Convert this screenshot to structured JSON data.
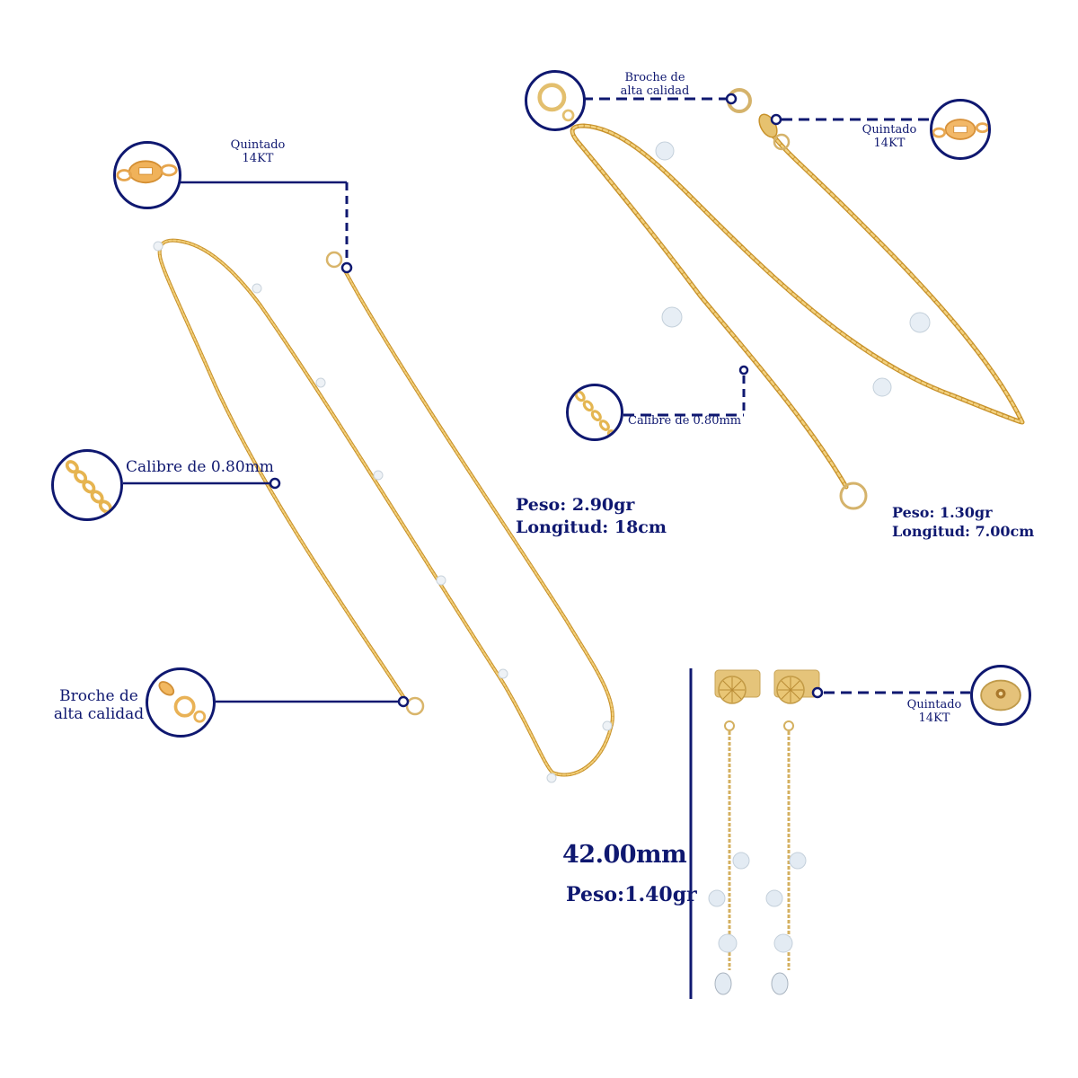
{
  "colors": {
    "navy": "#0f1870",
    "gold": "#e3b34f",
    "gold_dark": "#c8922b",
    "crystal": "#dfe8f1",
    "background": "#ffffff"
  },
  "necklace": {
    "callouts": {
      "quintado": {
        "line1": "Quintado",
        "line2": "14KT",
        "icon": "stamped-link-zoom-icon"
      },
      "calibre": {
        "text": "Calibre de 0.80mm",
        "icon": "chain-link-zoom-icon"
      },
      "broche": {
        "line1": "Broche de",
        "line2": "alta calidad",
        "icon": "spring-ring-clasp-zoom-icon"
      }
    },
    "specs": {
      "peso": "Peso: 2.90gr",
      "longitud": "Longitud: 18cm"
    }
  },
  "bracelet": {
    "callouts": {
      "broche": {
        "line1": "Broche de",
        "line2": "alta calidad",
        "icon": "spring-ring-clasp-zoom-icon"
      },
      "quintado": {
        "line1": "Quintado",
        "line2": "14KT",
        "icon": "stamped-link-zoom-icon"
      },
      "calibre": {
        "text": "Calibre de 0.80mm",
        "icon": "chain-link-zoom-icon"
      }
    },
    "specs": {
      "peso": "Peso: 1.30gr",
      "longitud": "Longitud: 7.00cm"
    }
  },
  "earrings": {
    "callouts": {
      "quintado": {
        "line1": "Quintado",
        "line2": "14KT",
        "icon": "earring-back-zoom-icon"
      }
    },
    "specs": {
      "length": "42.00mm",
      "peso": "Peso:1.40gr"
    }
  }
}
